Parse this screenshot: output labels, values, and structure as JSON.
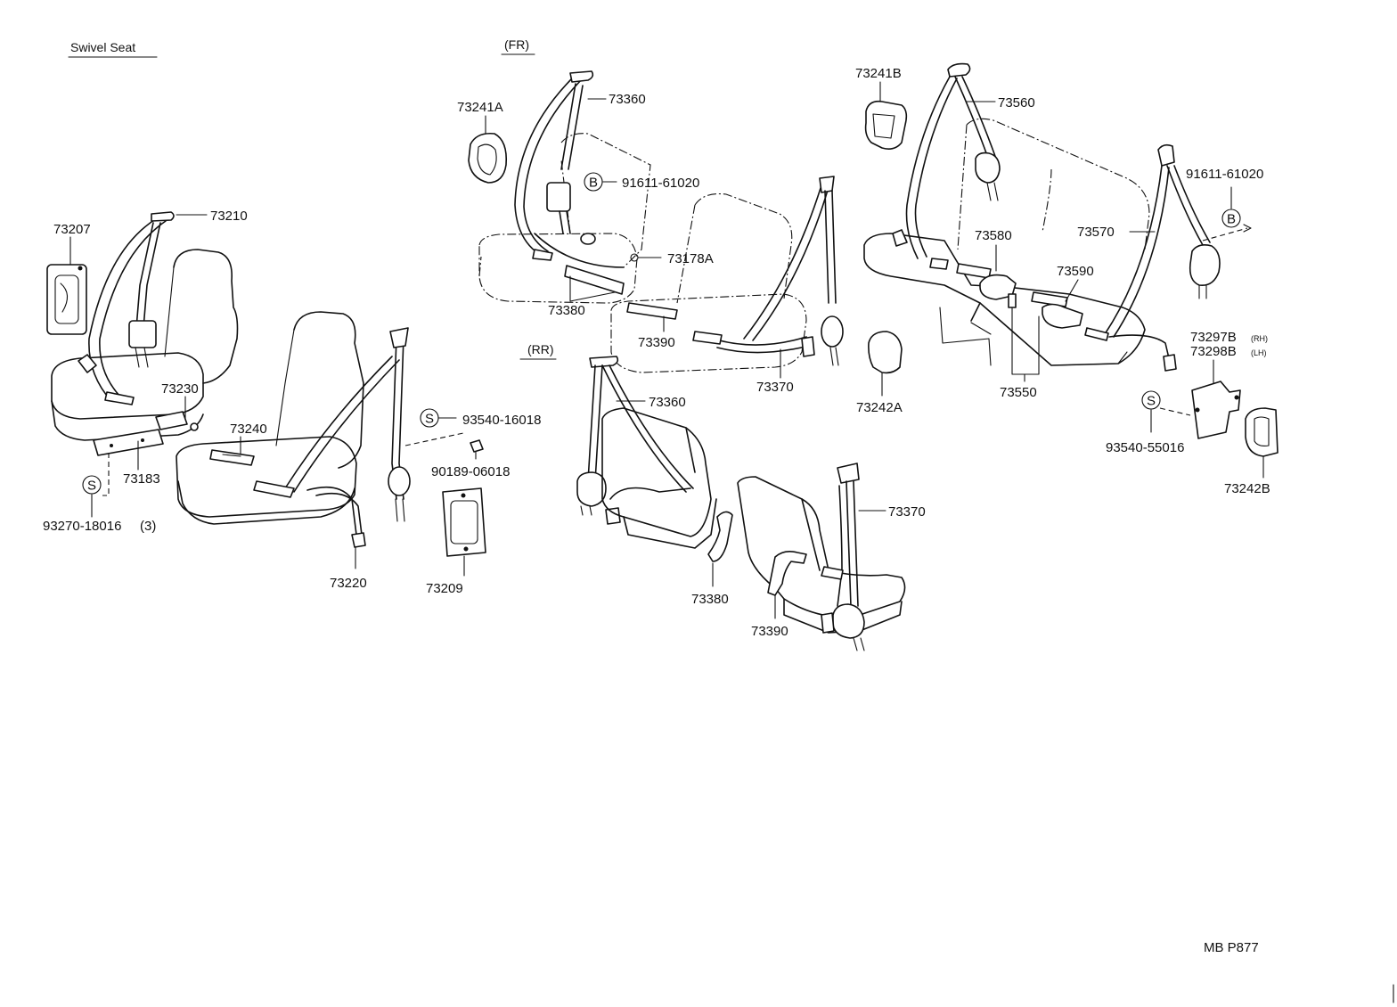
{
  "headers": {
    "swivel": "Swivel Seat",
    "fr": "(FR)",
    "rr": "(RR)"
  },
  "markers": {
    "s": "S",
    "b": "B"
  },
  "labels": {
    "p73207": "73207",
    "p73210": "73210",
    "p73230": "73230",
    "p73240": "73240",
    "p73183": "73183",
    "p93270": "93270-18016",
    "p93270_qty": "(3)",
    "p73220": "73220",
    "p73209": "73209",
    "p93540a": "93540-16018",
    "p90189": "90189-06018",
    "p73241a": "73241A",
    "p73360a": "73360",
    "p91611a": "91611-61020",
    "p73178a": "73178A",
    "p73380a": "73380",
    "p73390a": "73390",
    "p73370a": "73370",
    "p73360b": "73360",
    "p73370b": "73370",
    "p73380b": "73380",
    "p73390b": "73390",
    "p73241b": "73241B",
    "p73560": "73560",
    "p73580": "73580",
    "p73570": "73570",
    "p73590": "73590",
    "p91611b": "91611-61020",
    "p73242a": "73242A",
    "p73550": "73550",
    "p73297b": "73297B",
    "p73297b_side": "(RH)",
    "p73298b": "73298B",
    "p73298b_side": "(LH)",
    "p93540b": "93540-55016",
    "p73242b": "73242B",
    "code": "MB P877"
  }
}
